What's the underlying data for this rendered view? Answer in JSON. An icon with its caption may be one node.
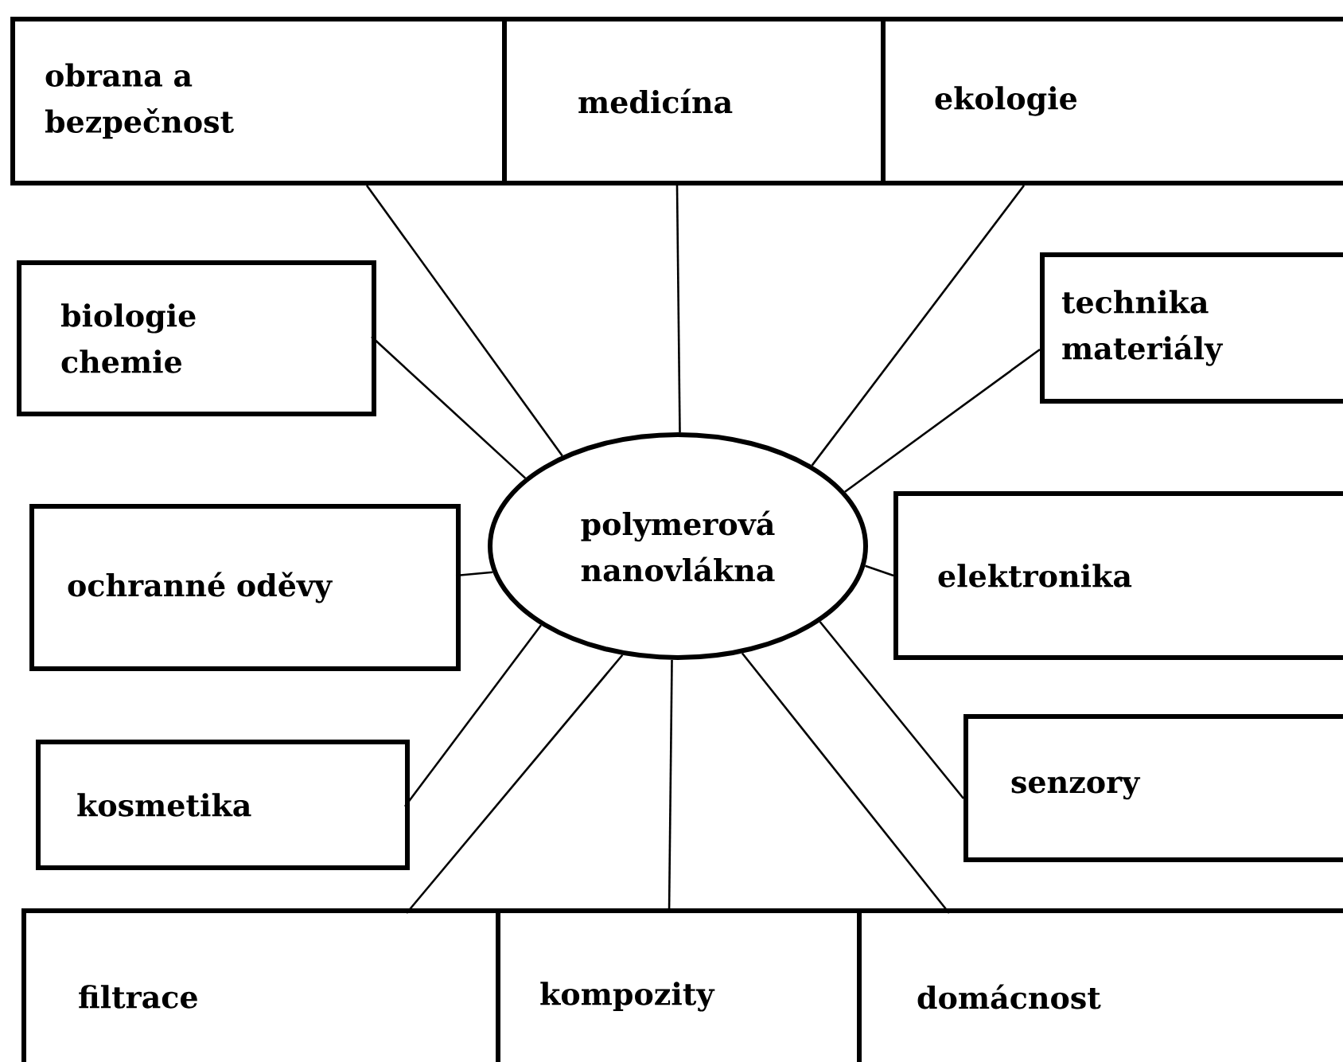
{
  "diagram": {
    "nodes": [
      {
        "text": [
          "obrana a bezpečnost"
        ]
      },
      {
        "text": [
          "medicína"
        ]
      },
      {
        "text": [
          "ekologie"
        ]
      },
      {
        "text": [
          "biologie chemie"
        ]
      },
      {
        "text": [
          "technika materiály"
        ]
      },
      {
        "text": [
          "ochranné oděvy"
        ]
      },
      {
        "text": [
          "polymerová nanovlákna"
        ]
      },
      {
        "text": [
          "elektronika"
        ]
      },
      {
        "text": [
          "kosmetika"
        ]
      },
      {
        "text": [
          "senzory"
        ]
      },
      {
        "text": [
          "filtrace"
        ]
      },
      {
        "text": [
          "kompozity"
        ]
      },
      {
        "text": [
          "domácnost"
        ]
      }
    ],
    "edges": [
      {
        "from": 6,
        "to": 0,
        "arrow": "none"
      },
      {
        "from": 6,
        "to": 1,
        "arrow": "none"
      },
      {
        "from": 6,
        "to": 2,
        "arrow": "none"
      },
      {
        "from": 6,
        "to": 3,
        "arrow": "none"
      },
      {
        "from": 6,
        "to": 4,
        "arrow": "none"
      },
      {
        "from": 6,
        "to": 5,
        "arrow": "none"
      },
      {
        "from": 6,
        "to": 7,
        "arrow": "none"
      },
      {
        "from": 6,
        "to": 8,
        "arrow": "none"
      },
      {
        "from": 6,
        "to": 9,
        "arrow": "none"
      },
      {
        "from": 6,
        "to": 10,
        "arrow": "none"
      },
      {
        "from": 6,
        "to": 11,
        "arrow": "none"
      },
      {
        "from": 6,
        "to": 12,
        "arrow": "none"
      }
    ]
  }
}
